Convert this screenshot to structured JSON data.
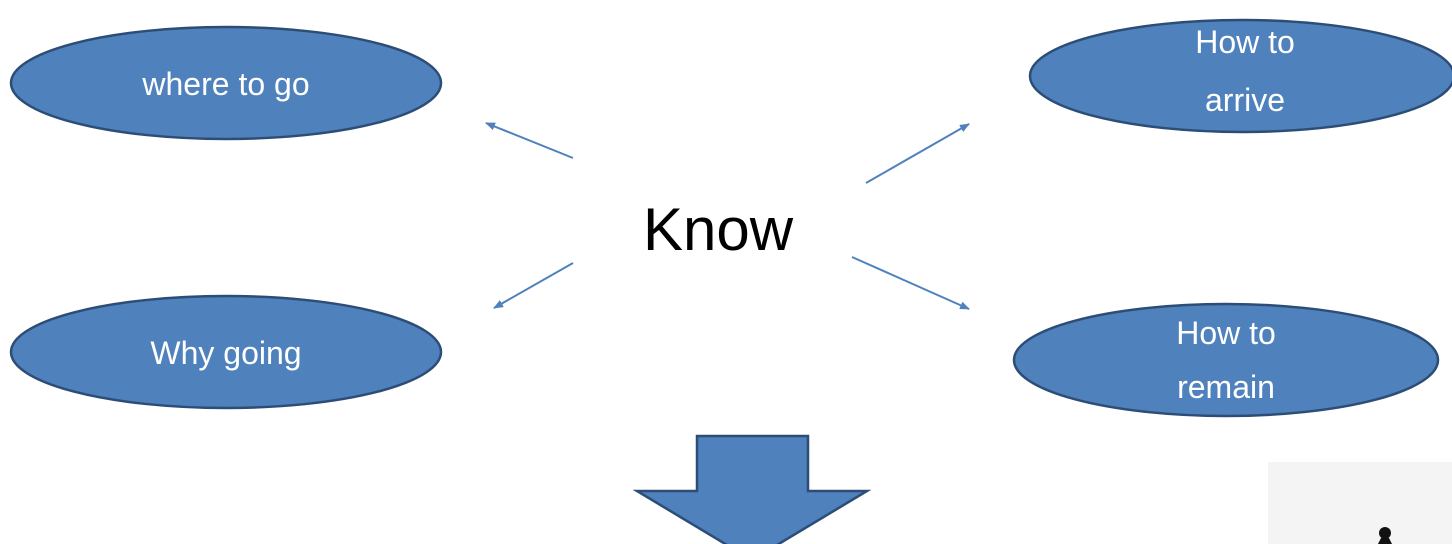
{
  "center": {
    "label": "Know"
  },
  "nodes": [
    {
      "id": "where-to-go",
      "lines": [
        "where to go"
      ]
    },
    {
      "id": "how-to-arrive",
      "lines": [
        "How to",
        "arrive"
      ]
    },
    {
      "id": "why-going",
      "lines": [
        "Why going"
      ]
    },
    {
      "id": "how-to-remain",
      "lines": [
        "How to",
        "remain"
      ]
    }
  ],
  "colors": {
    "node_fill": "#4f81bd",
    "node_stroke": "#2c4d75",
    "connector": "#4f81bd",
    "arrow_fill": "#4f81bd",
    "arrow_stroke": "#2c4d75",
    "center_text": "#000000"
  },
  "icons": {
    "bottom_right": "chess-pawn-icon"
  }
}
